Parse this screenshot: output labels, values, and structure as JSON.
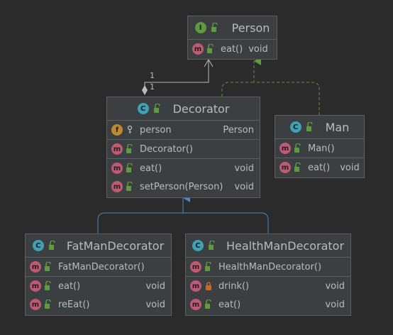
{
  "classes": {
    "person": {
      "name": "Person",
      "kind_badge": "I",
      "methods": [
        {
          "badge": "m",
          "name": "eat()",
          "type": "void"
        }
      ]
    },
    "decorator": {
      "name": "Decorator",
      "kind_badge": "C",
      "fields": [
        {
          "badge": "f",
          "name": "person",
          "type": "Person"
        }
      ],
      "constructors": [
        {
          "badge": "m",
          "name": "Decorator()"
        }
      ],
      "methods": [
        {
          "badge": "m",
          "name": "eat()",
          "type": "void"
        },
        {
          "badge": "m",
          "name": "setPerson(Person)",
          "type": "void"
        }
      ]
    },
    "man": {
      "name": "Man",
      "kind_badge": "C",
      "constructors": [
        {
          "badge": "m",
          "name": "Man()"
        }
      ],
      "methods": [
        {
          "badge": "m",
          "name": "eat()",
          "type": "void"
        }
      ]
    },
    "fat": {
      "name": "FatManDecorator",
      "kind_badge": "C",
      "constructors": [
        {
          "badge": "m",
          "name": "FatManDecorator()"
        }
      ],
      "methods": [
        {
          "badge": "m",
          "name": "eat()",
          "type": "void"
        },
        {
          "badge": "m",
          "name": "reEat()",
          "type": "void"
        }
      ]
    },
    "health": {
      "name": "HealthManDecorator",
      "kind_badge": "C",
      "constructors": [
        {
          "badge": "m",
          "name": "HealthManDecorator()"
        }
      ],
      "methods": [
        {
          "badge": "m",
          "name": "drink()",
          "type": "void"
        },
        {
          "badge": "m",
          "name": "eat()",
          "type": "void"
        }
      ]
    }
  },
  "edges": {
    "aggregation": {
      "source_mult": "1",
      "target_mult": "1"
    }
  },
  "colors": {
    "background": "#2b2b2b",
    "node_fill": "#3c3f41",
    "node_border": "#5e6060",
    "realization": "#5e9b3e",
    "generalization": "#4a88c7",
    "aggregation": "#bbbbbb",
    "public_vis": "#5e9b3e",
    "private_vis": "#c46a2a"
  },
  "icons": {
    "class": "class-icon",
    "interface": "interface-icon",
    "method": "method-icon",
    "field": "field-icon",
    "public": "public-visibility-icon",
    "private": "private-lock-icon",
    "key": "key-icon"
  }
}
